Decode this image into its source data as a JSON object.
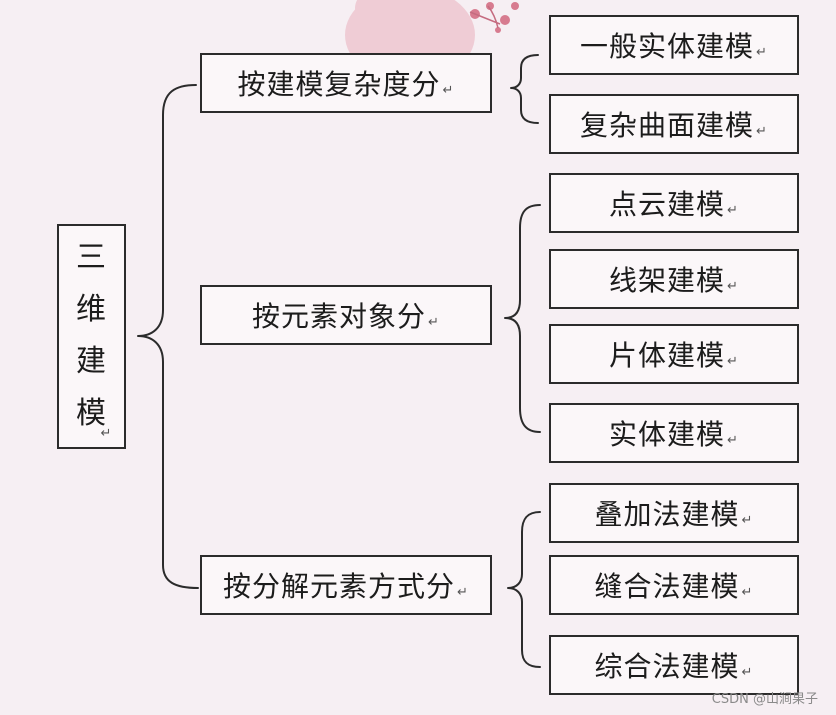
{
  "diagram": {
    "root": {
      "chars": [
        "三",
        "维",
        "建",
        "模"
      ]
    },
    "mark": "↵",
    "categories": [
      {
        "label": "按建模复杂度分",
        "children": [
          "一般实体建模",
          "复杂曲面建模"
        ]
      },
      {
        "label": "按元素对象分",
        "children": [
          "点云建模",
          "线架建模",
          "片体建模",
          "实体建模"
        ]
      },
      {
        "label": "按分解元素方式分",
        "children": [
          "叠加法建模",
          "缝合法建模",
          "综合法建模"
        ]
      }
    ]
  },
  "watermark": "CSDN @山涧果子",
  "colors": {
    "background": "#f6eff3",
    "line": "#2b2b2b",
    "decor": "#e8aab7"
  }
}
